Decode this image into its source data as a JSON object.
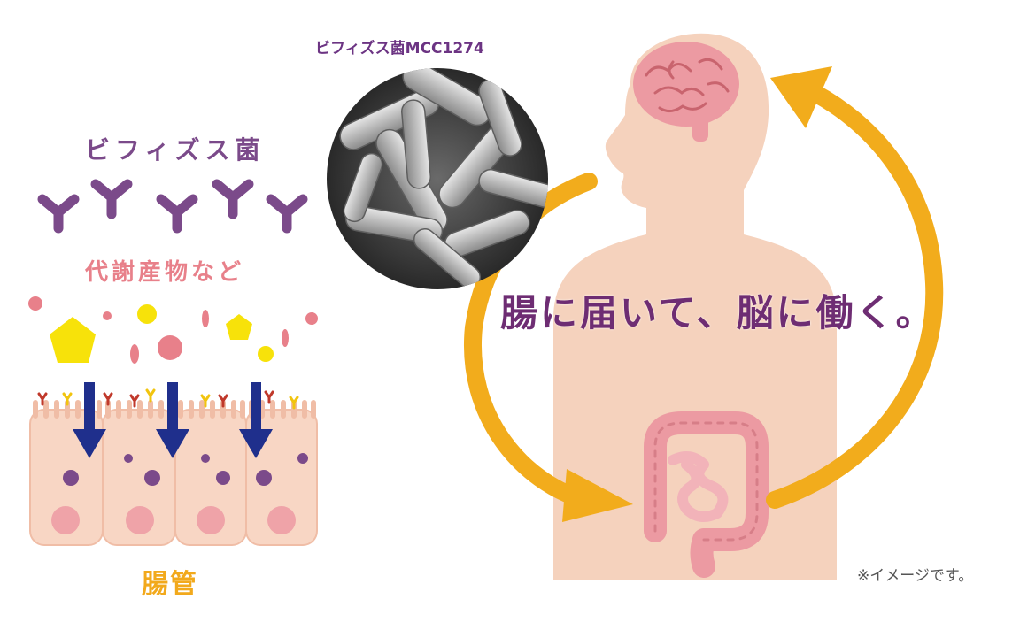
{
  "title_bacteria": "ビフィズス菌MCC1274",
  "label_bifido": "ビフィズス菌",
  "label_metabolites": "代謝産物など",
  "label_intestine": "腸管",
  "headline": "腸に届いて、脳に働く。",
  "note": "※イメージです。",
  "colors": {
    "accent_purple": "#6e2d73",
    "bifido_purple": "#7b4a8a",
    "metabolite_pink": "#e8808a",
    "arrow_orange": "#f2ac1c",
    "body_skin": "#f5d2bd",
    "organ_pink": "#ec9aa2",
    "arrow_navy": "#1f2f8c"
  },
  "icons": [
    "bifidobacteria-y-icon",
    "pentagon-icon",
    "downward-arrow-icon",
    "brain-icon",
    "intestine-icon",
    "human-silhouette-icon",
    "circular-arrow-icon",
    "micrograph-icon"
  ]
}
